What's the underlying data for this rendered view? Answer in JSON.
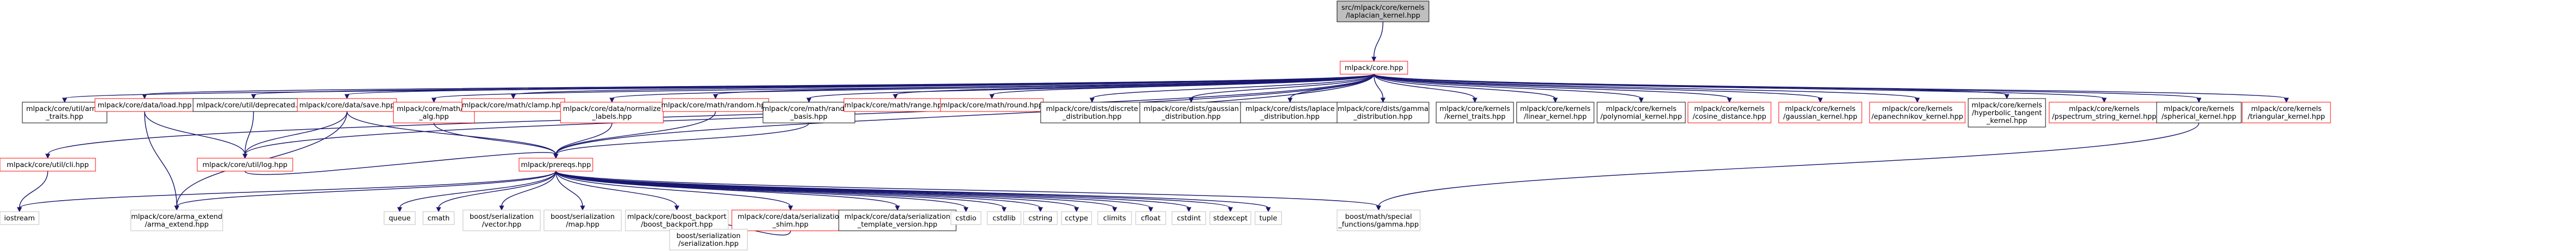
{
  "colors": {
    "edge": "#191970",
    "root_fill": "#bfbfbf",
    "documented_border": "#000000",
    "undocumented_border": "#ff0000",
    "external_border": "#bfbfbf"
  },
  "nodes": [
    {
      "id": "root",
      "lines": [
        "src/mlpack/core/kernels",
        "/laplacian_kernel.hpp"
      ],
      "style": "root"
    },
    {
      "id": "core",
      "lines": [
        "mlpack/core.hpp"
      ],
      "style": "red"
    },
    {
      "id": "arma_traits",
      "lines": [
        "mlpack/core/util/arma",
        "_traits.hpp"
      ],
      "style": "black"
    },
    {
      "id": "data_load",
      "lines": [
        "mlpack/core/data/load.hpp"
      ],
      "style": "red"
    },
    {
      "id": "deprecated",
      "lines": [
        "mlpack/core/util/deprecated.hpp"
      ],
      "style": "black"
    },
    {
      "id": "data_save",
      "lines": [
        "mlpack/core/data/save.hpp"
      ],
      "style": "red"
    },
    {
      "id": "lin_alg",
      "lines": [
        "mlpack/core/math/lin",
        "_alg.hpp"
      ],
      "style": "red"
    },
    {
      "id": "clamp",
      "lines": [
        "mlpack/core/math/clamp.hpp"
      ],
      "style": "red"
    },
    {
      "id": "normalize_labels",
      "lines": [
        "mlpack/core/data/normalize",
        "_labels.hpp"
      ],
      "style": "red"
    },
    {
      "id": "random",
      "lines": [
        "mlpack/core/math/random.hpp"
      ],
      "style": "red"
    },
    {
      "id": "random_basis",
      "lines": [
        "mlpack/core/math/random",
        "_basis.hpp"
      ],
      "style": "black"
    },
    {
      "id": "range",
      "lines": [
        "mlpack/core/math/range.hpp"
      ],
      "style": "red"
    },
    {
      "id": "round",
      "lines": [
        "mlpack/core/math/round.hpp"
      ],
      "style": "red"
    },
    {
      "id": "discrete",
      "lines": [
        "mlpack/core/dists/discrete",
        "_distribution.hpp"
      ],
      "style": "black"
    },
    {
      "id": "gaussian_dist",
      "lines": [
        "mlpack/core/dists/gaussian",
        "_distribution.hpp"
      ],
      "style": "black"
    },
    {
      "id": "laplace_dist",
      "lines": [
        "mlpack/core/dists/laplace",
        "_distribution.hpp"
      ],
      "style": "black"
    },
    {
      "id": "gamma_dist",
      "lines": [
        "mlpack/core/dists/gamma",
        "_distribution.hpp"
      ],
      "style": "black"
    },
    {
      "id": "kernel_traits",
      "lines": [
        "mlpack/core/kernels",
        "/kernel_traits.hpp"
      ],
      "style": "black"
    },
    {
      "id": "linear_kernel",
      "lines": [
        "mlpack/core/kernels",
        "/linear_kernel.hpp"
      ],
      "style": "black"
    },
    {
      "id": "polynomial",
      "lines": [
        "mlpack/core/kernels",
        "/polynomial_kernel.hpp"
      ],
      "style": "black"
    },
    {
      "id": "cosine",
      "lines": [
        "mlpack/core/kernels",
        "/cosine_distance.hpp"
      ],
      "style": "red"
    },
    {
      "id": "gaussian_kernel",
      "lines": [
        "mlpack/core/kernels",
        "/gaussian_kernel.hpp"
      ],
      "style": "red"
    },
    {
      "id": "epanechnikov",
      "lines": [
        "mlpack/core/kernels",
        "/epanechnikov_kernel.hpp"
      ],
      "style": "red"
    },
    {
      "id": "hyperbolic",
      "lines": [
        "mlpack/core/kernels",
        "/hyperbolic_tangent",
        "_kernel.hpp"
      ],
      "style": "black"
    },
    {
      "id": "pspectrum",
      "lines": [
        "mlpack/core/kernels",
        "/pspectrum_string_kernel.hpp"
      ],
      "style": "red"
    },
    {
      "id": "spherical",
      "lines": [
        "mlpack/core/kernels",
        "/spherical_kernel.hpp"
      ],
      "style": "black"
    },
    {
      "id": "triangular",
      "lines": [
        "mlpack/core/kernels",
        "/triangular_kernel.hpp"
      ],
      "style": "red"
    },
    {
      "id": "cli",
      "lines": [
        "mlpack/core/util/cli.hpp"
      ],
      "style": "red"
    },
    {
      "id": "log",
      "lines": [
        "mlpack/core/util/log.hpp"
      ],
      "style": "red"
    },
    {
      "id": "prereqs",
      "lines": [
        "mlpack/prereqs.hpp"
      ],
      "style": "red"
    },
    {
      "id": "iostream",
      "lines": [
        "iostream"
      ],
      "style": "gray"
    },
    {
      "id": "arma_extend",
      "lines": [
        "mlpack/core/arma_extend",
        "/arma_extend.hpp"
      ],
      "style": "gray"
    },
    {
      "id": "queue",
      "lines": [
        "queue"
      ],
      "style": "gray"
    },
    {
      "id": "cmath",
      "lines": [
        "cmath"
      ],
      "style": "gray"
    },
    {
      "id": "ser_vector",
      "lines": [
        "boost/serialization",
        "/vector.hpp"
      ],
      "style": "gray"
    },
    {
      "id": "ser_map",
      "lines": [
        "boost/serialization",
        "/map.hpp"
      ],
      "style": "gray"
    },
    {
      "id": "boost_backport",
      "lines": [
        "mlpack/core/boost_backport",
        "/boost_backport.hpp"
      ],
      "style": "gray"
    },
    {
      "id": "ser_shim",
      "lines": [
        "mlpack/core/data/serialization",
        "_shim.hpp"
      ],
      "style": "red"
    },
    {
      "id": "ser_template",
      "lines": [
        "mlpack/core/data/serialization",
        "_template_version.hpp"
      ],
      "style": "black"
    },
    {
      "id": "cstdio",
      "lines": [
        "cstdio"
      ],
      "style": "gray"
    },
    {
      "id": "cstdlib",
      "lines": [
        "cstdlib"
      ],
      "style": "gray"
    },
    {
      "id": "cstring",
      "lines": [
        "cstring"
      ],
      "style": "gray"
    },
    {
      "id": "cctype",
      "lines": [
        "cctype"
      ],
      "style": "gray"
    },
    {
      "id": "climits",
      "lines": [
        "climits"
      ],
      "style": "gray"
    },
    {
      "id": "cfloat",
      "lines": [
        "cfloat"
      ],
      "style": "gray"
    },
    {
      "id": "cstdint",
      "lines": [
        "cstdint"
      ],
      "style": "gray"
    },
    {
      "id": "stdexcept",
      "lines": [
        "stdexcept"
      ],
      "style": "gray"
    },
    {
      "id": "tuple",
      "lines": [
        "tuple"
      ],
      "style": "gray"
    },
    {
      "id": "gamma",
      "lines": [
        "boost/math/special",
        "_functions/gamma.hpp"
      ],
      "style": "gray"
    },
    {
      "id": "ser_serialization",
      "lines": [
        "boost/serialization",
        "/serialization.hpp"
      ],
      "style": "gray"
    }
  ],
  "edges": [
    [
      "root",
      "core"
    ],
    [
      "core",
      "arma_traits"
    ],
    [
      "core",
      "data_load"
    ],
    [
      "core",
      "deprecated"
    ],
    [
      "core",
      "data_save"
    ],
    [
      "core",
      "lin_alg"
    ],
    [
      "core",
      "clamp"
    ],
    [
      "core",
      "normalize_labels"
    ],
    [
      "core",
      "random"
    ],
    [
      "core",
      "random_basis"
    ],
    [
      "core",
      "range"
    ],
    [
      "core",
      "round"
    ],
    [
      "core",
      "discrete"
    ],
    [
      "core",
      "gaussian_dist"
    ],
    [
      "core",
      "laplace_dist"
    ],
    [
      "core",
      "gamma_dist"
    ],
    [
      "core",
      "kernel_traits"
    ],
    [
      "core",
      "linear_kernel"
    ],
    [
      "core",
      "polynomial"
    ],
    [
      "core",
      "cosine"
    ],
    [
      "core",
      "gaussian_kernel"
    ],
    [
      "core",
      "epanechnikov"
    ],
    [
      "core",
      "hyperbolic"
    ],
    [
      "core",
      "pspectrum"
    ],
    [
      "core",
      "spherical"
    ],
    [
      "core",
      "triangular"
    ],
    [
      "core",
      "cli"
    ],
    [
      "core",
      "log"
    ],
    [
      "core",
      "prereqs"
    ],
    [
      "cli",
      "iostream"
    ],
    [
      "data_load",
      "log"
    ],
    [
      "data_load",
      "arma_extend"
    ],
    [
      "deprecated",
      "log"
    ],
    [
      "data_save",
      "log"
    ],
    [
      "data_save",
      "prereqs"
    ],
    [
      "data_save",
      "arma_extend"
    ],
    [
      "lin_alg",
      "prereqs"
    ],
    [
      "normalize_labels",
      "prereqs"
    ],
    [
      "random",
      "prereqs"
    ],
    [
      "random_basis",
      "prereqs"
    ],
    [
      "log",
      "prereqs"
    ],
    [
      "prereqs",
      "iostream"
    ],
    [
      "prereqs",
      "arma_extend"
    ],
    [
      "prereqs",
      "queue"
    ],
    [
      "prereqs",
      "cmath"
    ],
    [
      "prereqs",
      "ser_vector"
    ],
    [
      "prereqs",
      "ser_map"
    ],
    [
      "prereqs",
      "boost_backport"
    ],
    [
      "prereqs",
      "ser_shim"
    ],
    [
      "prereqs",
      "ser_template"
    ],
    [
      "prereqs",
      "cstdio"
    ],
    [
      "prereqs",
      "cstdlib"
    ],
    [
      "prereqs",
      "cstring"
    ],
    [
      "prereqs",
      "cctype"
    ],
    [
      "prereqs",
      "climits"
    ],
    [
      "prereqs",
      "cfloat"
    ],
    [
      "prereqs",
      "cstdint"
    ],
    [
      "prereqs",
      "stdexcept"
    ],
    [
      "prereqs",
      "tuple"
    ],
    [
      "prereqs",
      "gamma"
    ],
    [
      "ser_shim",
      "ser_serialization"
    ],
    [
      "spherical",
      "gamma"
    ]
  ]
}
